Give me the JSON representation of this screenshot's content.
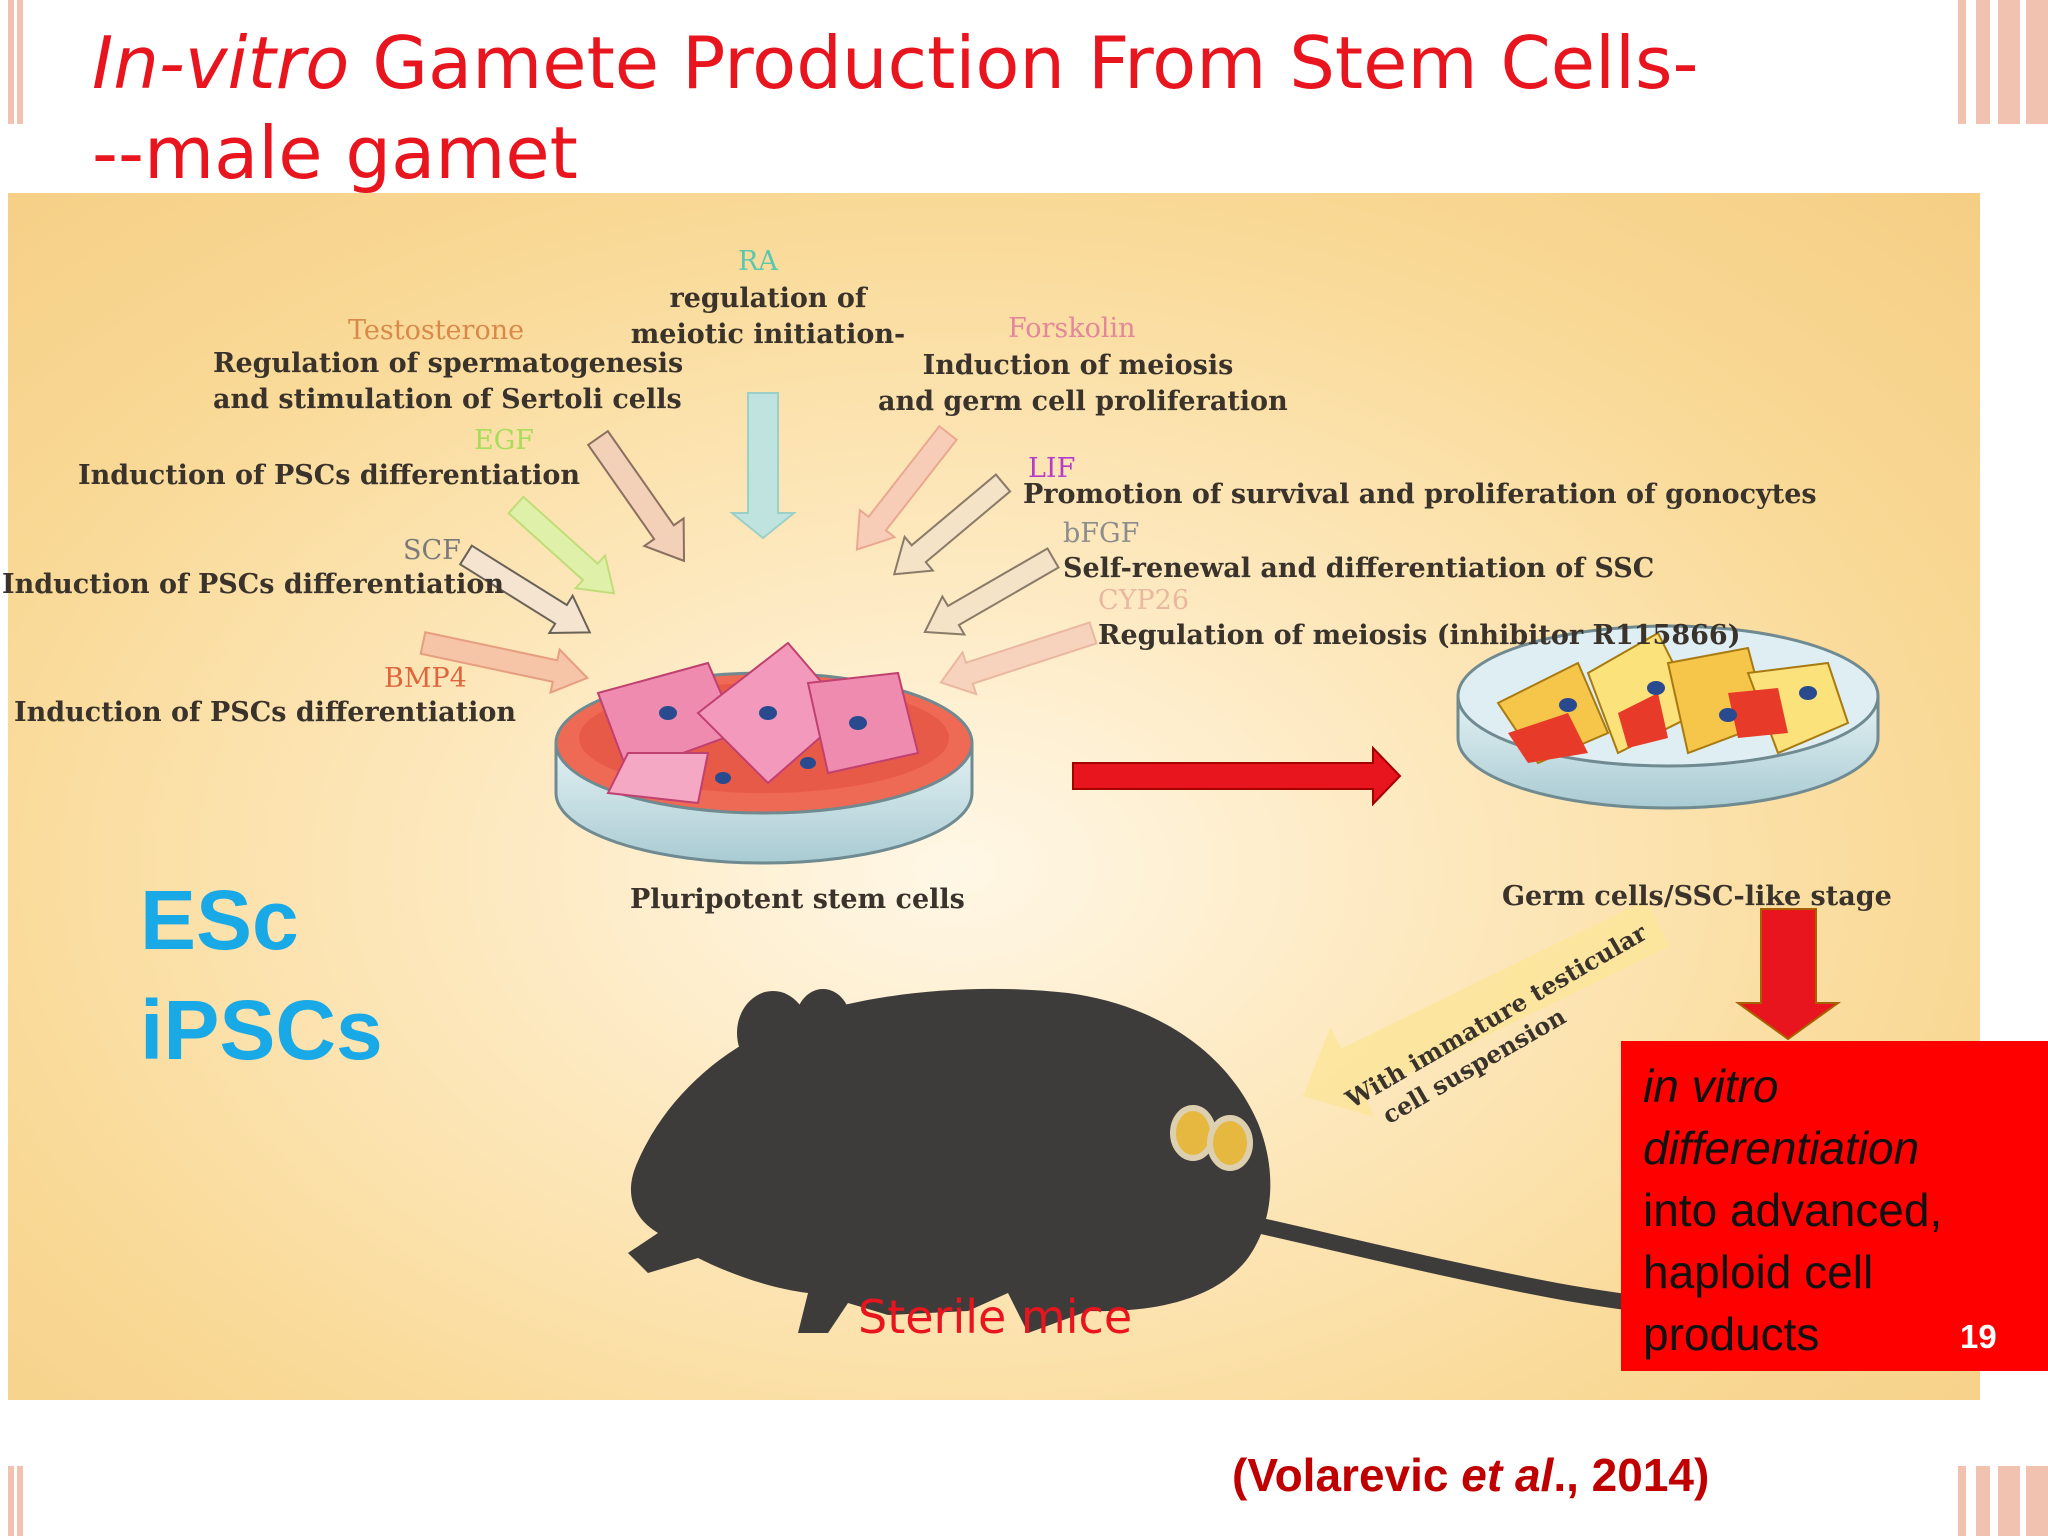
{
  "title": {
    "line1_italic": "In-vitro",
    "line1_rest": " Gamete Production From Stem Cells-",
    "line2": "--male gamet"
  },
  "factors": [
    {
      "name": "RA",
      "description_lines": [
        "regulation of",
        "meiotic initiation-"
      ],
      "color": "#5bc7b0"
    },
    {
      "name": "Testosterone",
      "description_lines": [
        "Regulation of spermatogenesis",
        "and stimulation of Sertoli cells"
      ],
      "color": "#d98a4a"
    },
    {
      "name": "EGF",
      "description_lines": [
        "Induction of PSCs differentiation"
      ],
      "color": "#a8dc5a"
    },
    {
      "name": "SCF",
      "description_lines": [
        "Induction of PSCs differentiation"
      ],
      "color": "#7a7a7a"
    },
    {
      "name": "BMP4",
      "description_lines": [
        "Induction of PSCs differentiation"
      ],
      "color": "#e0643c"
    },
    {
      "name": "Forskolin",
      "description_lines": [
        "Induction of meiosis",
        "and germ cell proliferation"
      ],
      "color": "#e3879a"
    },
    {
      "name": "LIF",
      "description_lines": [
        "Promotion of survival and proliferation of gonocytes"
      ],
      "color": "#b43cc8"
    },
    {
      "name": "bFGF",
      "description_lines": [
        "Self-renewal and differentiation of SSC"
      ],
      "color": "#8c8c8c"
    },
    {
      "name": "CYP26",
      "description_lines": [
        "Regulation of meiosis (inhibitor R115866)"
      ],
      "color": "#eab8a0"
    }
  ],
  "dish_labels": {
    "pluripotent": "Pluripotent stem cells",
    "germ": "Germ cells/SSC-like stage"
  },
  "transplant_label": {
    "line1": "With immature testicular",
    "line2": "cell suspension"
  },
  "cell_types": {
    "line1": "ESc",
    "line2": "iPSCs"
  },
  "sterile_mice": "Sterile mice",
  "red_box": {
    "italic_line1": "in vitro",
    "italic_line2": "differentiation",
    "line3": "into advanced,",
    "line4": "haploid cell",
    "line5": "products"
  },
  "page_number": "19",
  "citation": {
    "author": "(Volarevic ",
    "etal": "et al",
    "year": "., 2014)"
  },
  "colors": {
    "title_red": "#e8141e",
    "cell_blue": "#19a9e6",
    "box_red": "#ff0000",
    "citation_red": "#c00000",
    "figure_bg": "#f9d996"
  }
}
